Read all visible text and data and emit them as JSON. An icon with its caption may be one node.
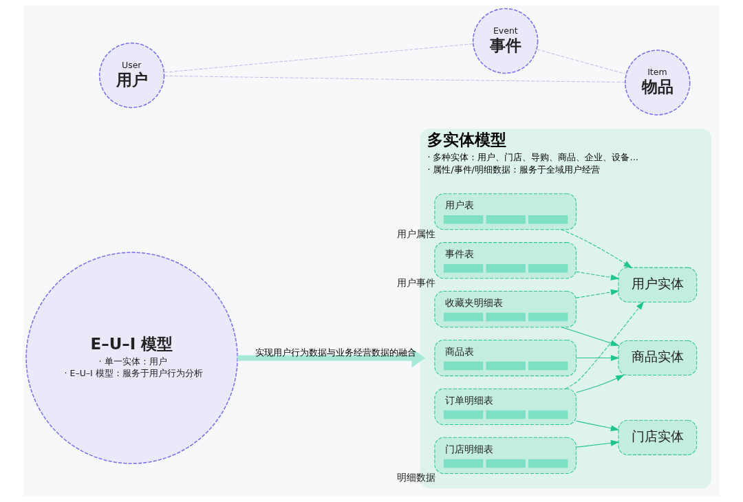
{
  "diagram": {
    "nodes": [
      {
        "text": [
          "E–U–I 模型",
          "· 单一实体：用户",
          "· E–U–I 模型：服务于用户行为分析"
        ]
      },
      {
        "text": [
          "User",
          "用户"
        ]
      },
      {
        "text": [
          "Event",
          "事件"
        ]
      },
      {
        "text": [
          "Item",
          "物品"
        ]
      },
      {
        "text": [
          "多实体模型",
          "· 多种实体：用户、门店、导购、商品、企业、设备…",
          "· 属性/事件/明细数据：服务于全域用户经营"
        ]
      },
      {
        "text": [
          "用户实体"
        ],
        "in": 4
      },
      {
        "text": [
          "用户表"
        ],
        "in": 4,
        "beside": [
          "用户属性"
        ]
      },
      {
        "text": [
          "事件表"
        ],
        "in": 4,
        "beside": [
          "用户事件"
        ]
      },
      {
        "text": [
          "商品实体"
        ],
        "in": 4
      },
      {
        "text": [
          "商品表"
        ],
        "in": 4
      },
      {
        "text": [
          "收藏夹明细表"
        ],
        "in": 4
      },
      {
        "text": [
          "订单明细表"
        ],
        "in": 4
      },
      {
        "text": [
          "门店实体"
        ],
        "in": 4
      },
      {
        "text": [
          "门店明细表"
        ],
        "in": 4,
        "beside": [
          "明细数据"
        ]
      }
    ],
    "edges": [
      {
        "from": 1,
        "to": 2,
        "arrow": "none",
        "style": "dashed",
        "color": "#c3bdf5"
      },
      {
        "from": 1,
        "to": 3,
        "arrow": "none",
        "style": "dashed",
        "color": "#c3bdf5"
      },
      {
        "from": 2,
        "to": 3,
        "arrow": "none",
        "style": "dashed",
        "color": "#c3bdf5"
      },
      {
        "from": 0,
        "to": 4,
        "arrow": "to",
        "style": "thick",
        "color": "#a8e8d6",
        "label": "实现用户行为数据与业务经营数据的融合"
      },
      {
        "from": 6,
        "to": 5,
        "arrow": "to",
        "style": "dashed"
      },
      {
        "from": 7,
        "to": 5,
        "arrow": "to",
        "style": "dashed"
      },
      {
        "from": 9,
        "to": 8,
        "arrow": "to"
      },
      {
        "from": 10,
        "to": 8,
        "arrow": "to"
      },
      {
        "from": 10,
        "to": 5,
        "arrow": "to",
        "style": "dashed"
      },
      {
        "from": 11,
        "to": 5,
        "arrow": "to",
        "style": "dashed"
      },
      {
        "from": 11,
        "to": 8,
        "arrow": "to"
      },
      {
        "from": 11,
        "to": 12,
        "arrow": "to"
      },
      {
        "from": 13,
        "to": 12,
        "arrow": "to"
      }
    ]
  }
}
